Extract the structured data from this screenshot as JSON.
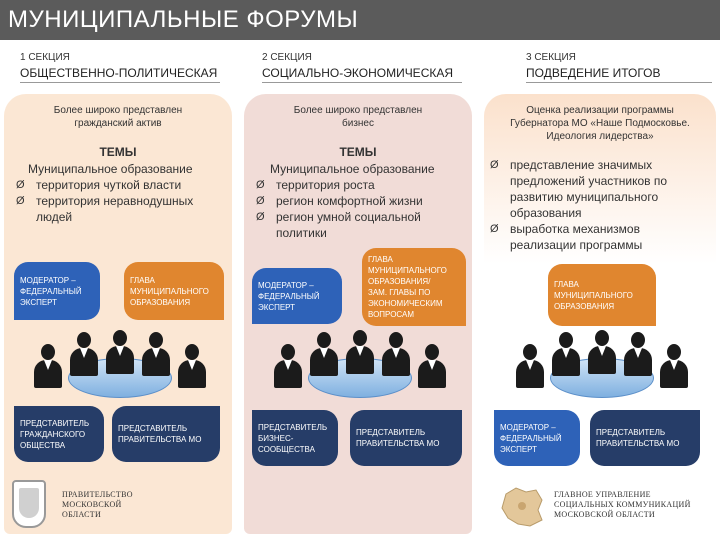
{
  "title": "МУНИЦИПАЛЬНЫЕ ФОРУМЫ",
  "sections": [
    {
      "num": "1 СЕКЦИЯ",
      "name": "ОБЩЕСТВЕННО-ПОЛИТИЧЕСКАЯ",
      "intro": [
        "Более широко представлен",
        "гражданский актив"
      ],
      "topics_title": "ТЕМЫ",
      "topics": [
        "Муниципальное образование",
        "территория чуткой власти",
        "территория неравнодушных",
        "людей"
      ],
      "moderator": [
        "МОДЕРАТОР –",
        "ФЕДЕРАЛЬНЫЙ",
        "ЭКСПЕРТ"
      ],
      "head": [
        "ГЛАВА",
        "МУНИЦИПАЛЬНОГО",
        "ОБРАЗОВАНИЯ"
      ],
      "rep_left": [
        "ПРЕДСТАВИТЕЛЬ",
        "ГРАЖДАНСКОГО",
        "ОБЩЕСТВА"
      ],
      "rep_right": [
        "ПРЕДСТАВИТЕЛЬ",
        "ПРАВИТЕЛЬСТВА МО"
      ]
    },
    {
      "num": "2 СЕКЦИЯ",
      "name": "СОЦИАЛЬНО-ЭКОНОМИЧЕСКАЯ",
      "intro": [
        "Более широко представлен",
        "бизнес"
      ],
      "topics_title": "ТЕМЫ",
      "topics": [
        "Муниципальное образование",
        "территория роста",
        "регион комфортной жизни",
        "регион умной социальной",
        "политики"
      ],
      "moderator": [
        "МОДЕРАТОР –",
        "ФЕДЕРАЛЬНЫЙ",
        "ЭКСПЕРТ"
      ],
      "head": [
        "ГЛАВА",
        "МУНИЦИПАЛЬНОГО",
        "ОБРАЗОВАНИЯ/",
        "ЗАМ. ГЛАВЫ ПО",
        "ЭКОНОМИЧЕСКИМ",
        "ВОПРОСАМ"
      ],
      "rep_left": [
        "ПРЕДСТАВИТЕЛЬ",
        "БИЗНЕС-",
        "СООБЩЕСТВА"
      ],
      "rep_right": [
        "ПРЕДСТАВИТЕЛЬ",
        "ПРАВИТЕЛЬСТВА МО"
      ]
    },
    {
      "num": "3 СЕКЦИЯ",
      "name": "ПОДВЕДЕНИЕ ИТОГОВ",
      "intro": [
        "Оценка реализации программы",
        "Губернатора МО «Наше Подмосковье.",
        "Идеология лидерства»"
      ],
      "topics": [
        "представление значимых",
        "предложений участников по",
        "развитию муниципального",
        "образования",
        "выработка механизмов",
        "реализации программы"
      ],
      "head": [
        "ГЛАВА",
        "МУНИЦИПАЛЬНОГО",
        "ОБРАЗОВАНИЯ"
      ],
      "moderator": [
        "МОДЕРАТОР –",
        "ФЕДЕРАЛЬНЫЙ",
        "ЭКСПЕРТ"
      ],
      "rep_right": [
        "ПРЕДСТАВИТЕЛЬ",
        "ПРАВИТЕЛЬСТВА МО"
      ]
    }
  ],
  "footer_left": [
    "ПРАВИТЕЛЬСТВО",
    "МОСКОВСКОЙ",
    "ОБЛАСТИ"
  ],
  "footer_right": [
    "ГЛАВНОЕ УПРАВЛЕНИЕ",
    "СОЦИАЛЬНЫХ КОММУНИКАЦИЙ",
    "МОСКОВСКОЙ ОБЛАСТИ"
  ],
  "bullet_glyph": "Ø",
  "colors": {
    "blue": "#2e62b8",
    "orange": "#e0862f",
    "navy": "#263d68",
    "panel1": "#fbe7d4",
    "panel2": "#f1dcd7"
  }
}
